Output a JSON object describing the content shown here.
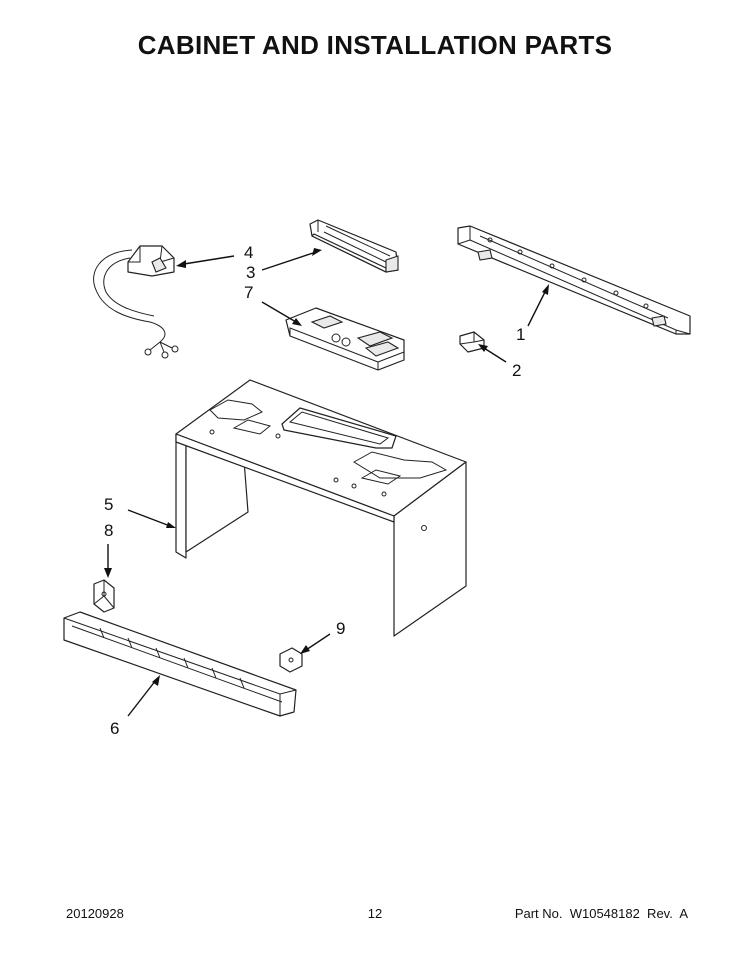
{
  "title": "CABINET AND INSTALLATION PARTS",
  "callouts": [
    "1",
    "2",
    "3",
    "4",
    "5",
    "6",
    "7",
    "8",
    "9"
  ],
  "footer": {
    "date": "20120928",
    "page": "12",
    "part_no": "Part No.  W10548182  Rev.  A"
  }
}
